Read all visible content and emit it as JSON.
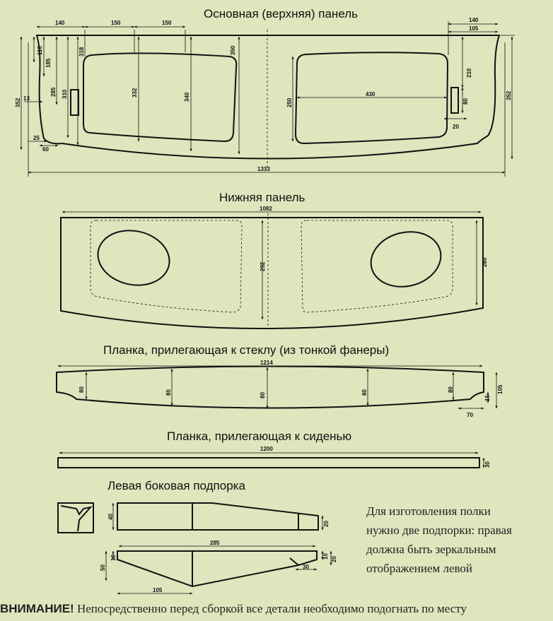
{
  "titles": {
    "top_panel": "Основная (верхняя) панель",
    "bottom_panel": "Нижняя панель",
    "glass_strip": "Планка, прилегающая к стеклу (из тонкой фанеры)",
    "seat_strip": "Планка, прилегающая к сиденью",
    "left_support": "Левая боковая подпорка"
  },
  "note_lines": [
    "Для изготовления полки",
    "нужно две подпорки: правая",
    "должна быть зеркальным",
    "отображением левой"
  ],
  "warning": {
    "bold": "ВНИМАНИЕ!",
    "text": " Непосредственно перед сборкой все детали необходимо подогнать по месту"
  },
  "dimensions": {
    "top": {
      "d140l": "140",
      "d150a": "150",
      "d150b": "150",
      "d140r": "140",
      "d105r": "105",
      "d110": "110",
      "d185": "185",
      "d285": "285",
      "d310": "310",
      "d318": "318",
      "d332": "332",
      "d340": "340",
      "d350": "350",
      "d352l": "352",
      "d352r": "352",
      "d13": "13",
      "d25": "25",
      "d60": "60",
      "d250": "250",
      "d430": "430",
      "d210": "210",
      "d80": "80",
      "d20": "20",
      "d1333": "1333"
    },
    "bottom": {
      "d1082": "1082",
      "d292": "292",
      "d260": "260"
    },
    "glass": {
      "d1214": "1214",
      "d80a": "80",
      "d80b": "80",
      "d80c": "80",
      "d80d": "80",
      "d80e": "80",
      "d105": "105",
      "d15": "15",
      "d70": "70"
    },
    "seat": {
      "d1200": "1200",
      "d30": "30"
    },
    "support": {
      "d40": "40",
      "d20a": "20",
      "d285": "285",
      "d50": "50",
      "d10a": "10",
      "d10b": "10",
      "d20b": "20",
      "d30": "30",
      "d105": "105"
    }
  }
}
